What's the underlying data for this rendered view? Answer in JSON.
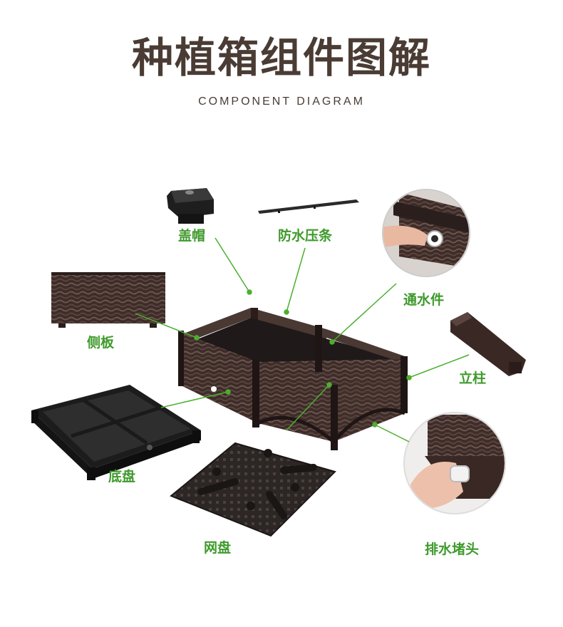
{
  "title": "种植箱组件图解",
  "subtitle": "COMPONENT DIAGRAM",
  "labels": {
    "cap": "盖帽",
    "waterproof_strip": "防水压条",
    "water_connector": "通水件",
    "side_panel": "侧板",
    "post": "立柱",
    "base_tray": "底盘",
    "mesh_tray": "网盘",
    "drain_plug": "排水堵头"
  },
  "colors": {
    "title": "#4a3c34",
    "label": "#3f9a2c",
    "leader_line": "#4caf2e",
    "product": "#3a2a26"
  }
}
